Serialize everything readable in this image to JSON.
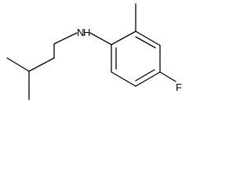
{
  "molecule": {
    "atoms": {
      "nitrogen": "N",
      "hydrogen": "H",
      "fluorine": "F"
    }
  },
  "colors": {
    "background": "#ffffff",
    "bond": "#000000",
    "label": "#000000"
  }
}
